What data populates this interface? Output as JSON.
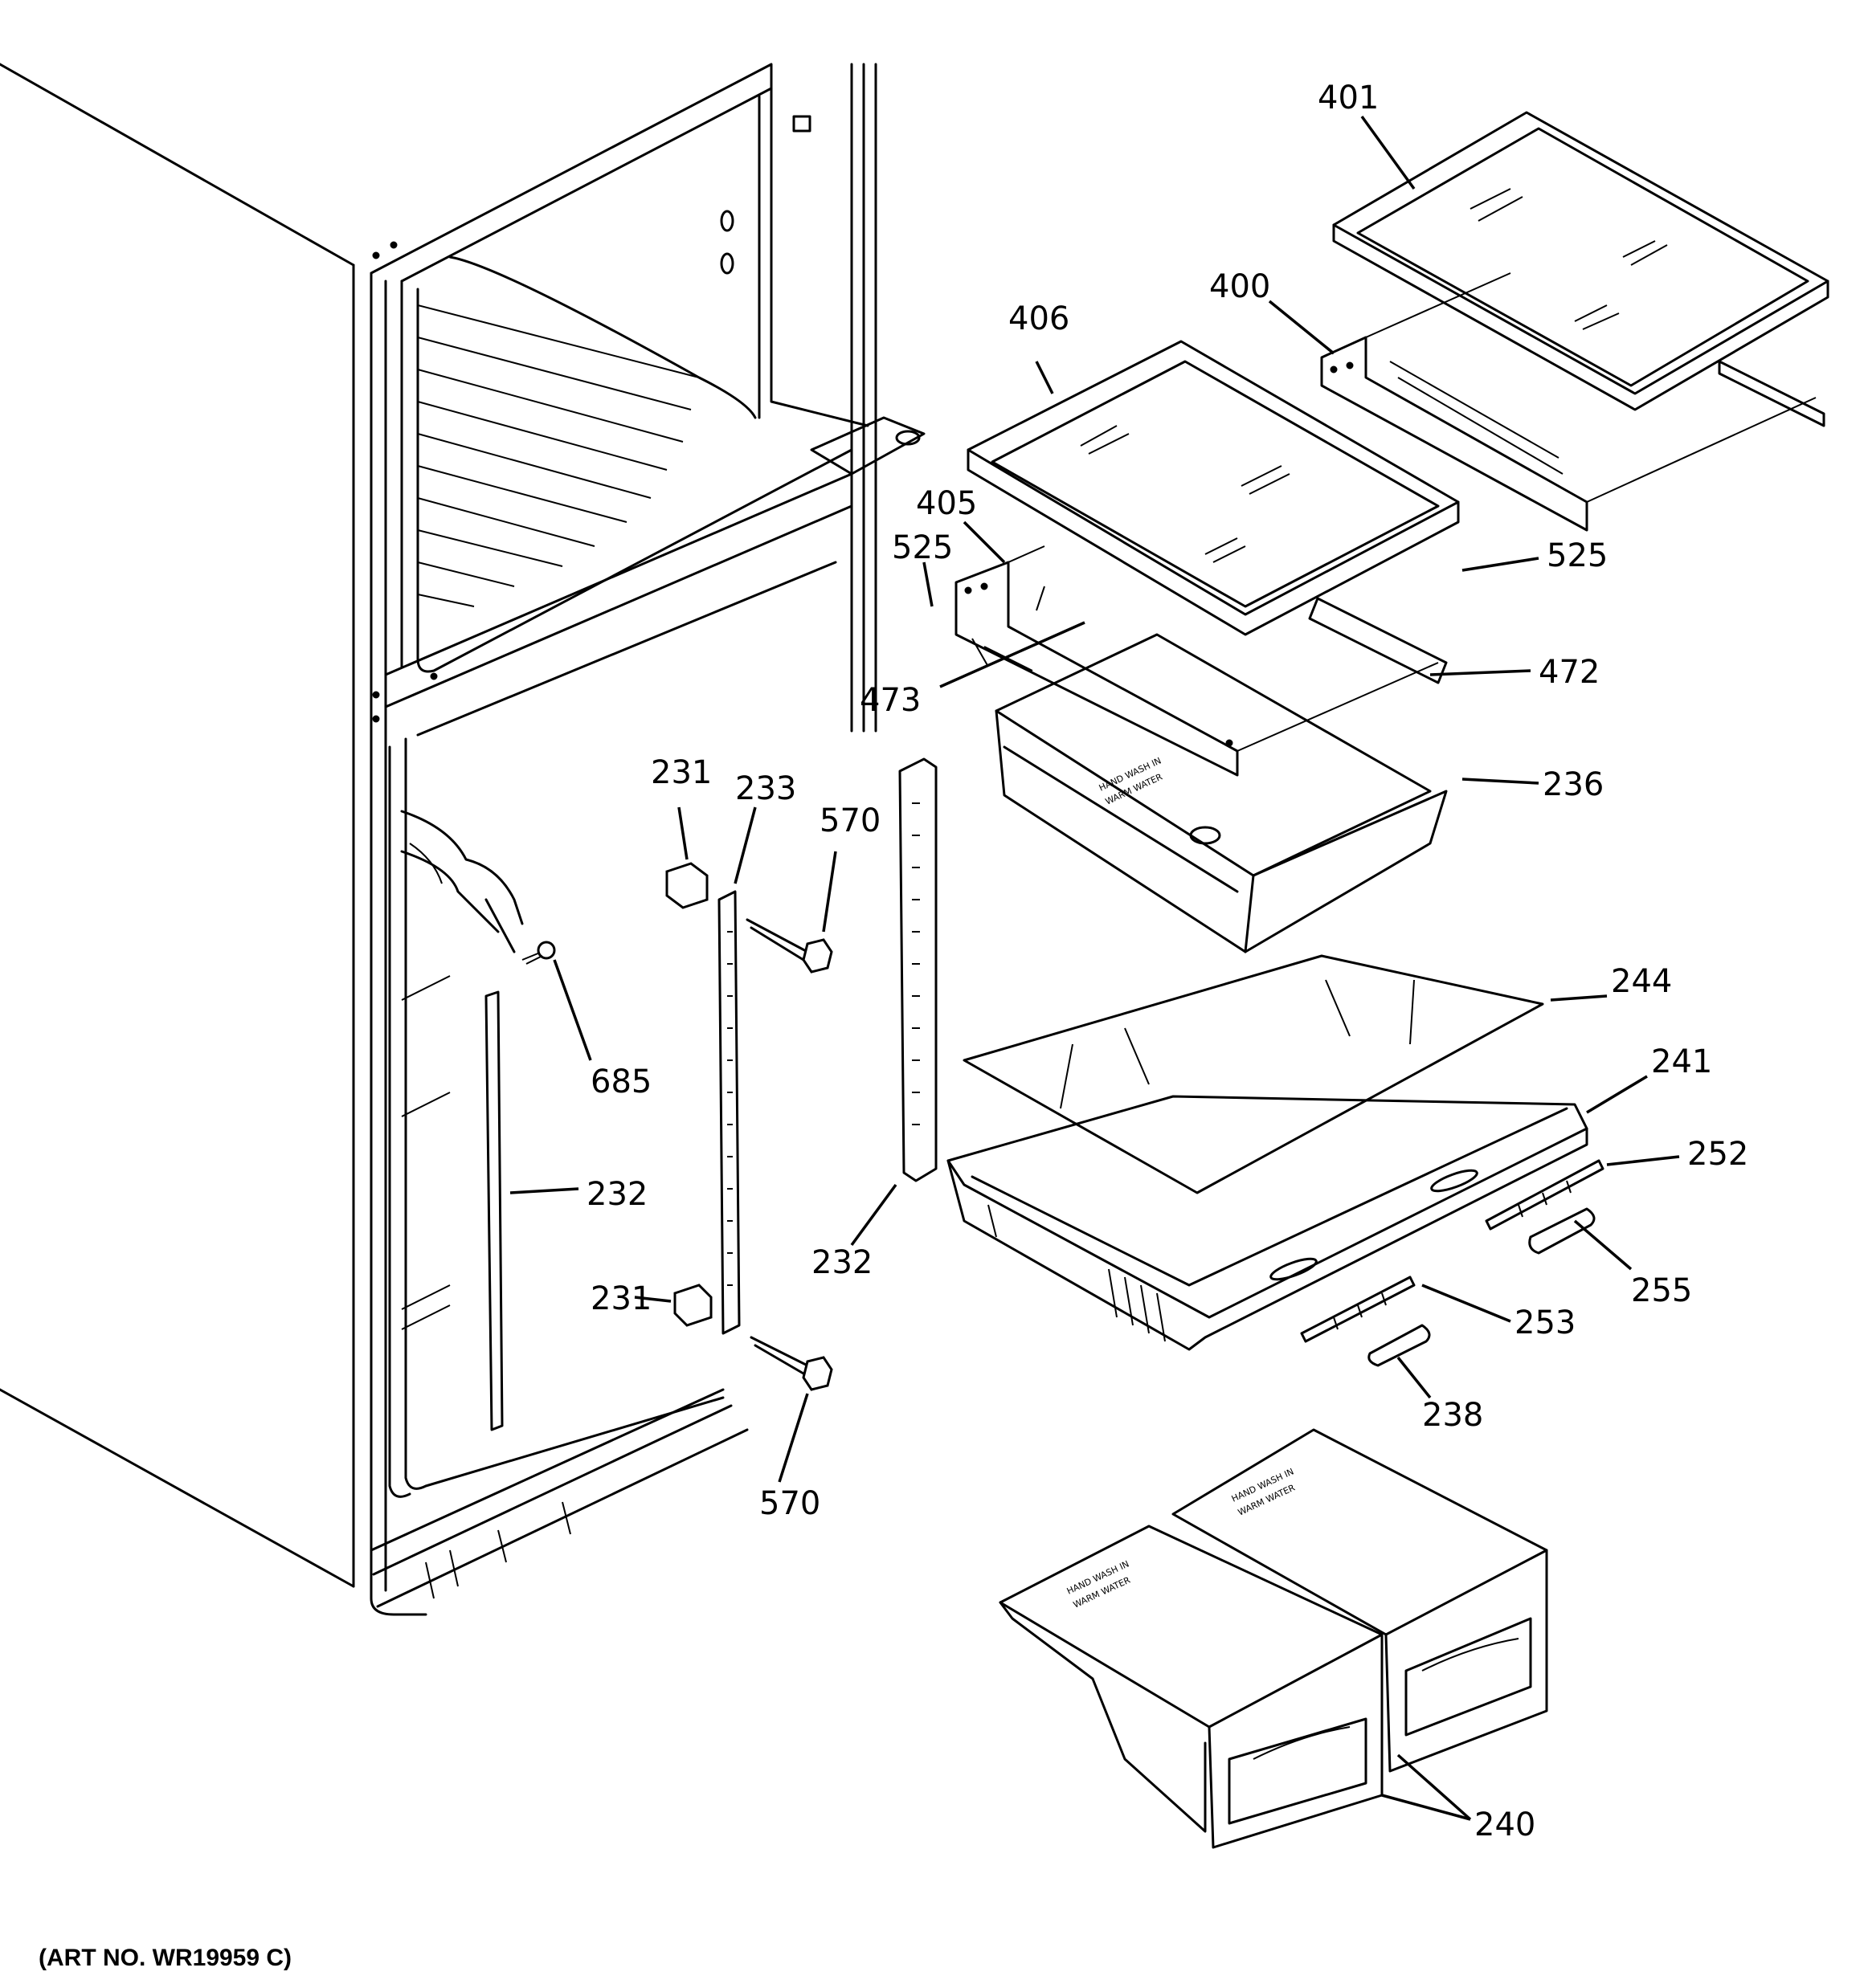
{
  "labels": {
    "p401": "401",
    "p400": "400",
    "p406": "406",
    "p405": "405",
    "p525a": "525",
    "p525b": "525",
    "p472": "472",
    "p473": "473",
    "p236": "236",
    "p231a": "231",
    "p233": "233",
    "p570a": "570",
    "p244": "244",
    "p685": "685",
    "p241": "241",
    "p252": "252",
    "p232a": "232",
    "p232b": "232",
    "p231b": "231",
    "p255": "255",
    "p253": "253",
    "p238": "238",
    "p570b": "570",
    "p240": "240"
  },
  "art_number": "(ART NO. WR19959 C)",
  "bin_text": {
    "line1": "HAND WASH IN",
    "line2": "WARM WATER"
  }
}
